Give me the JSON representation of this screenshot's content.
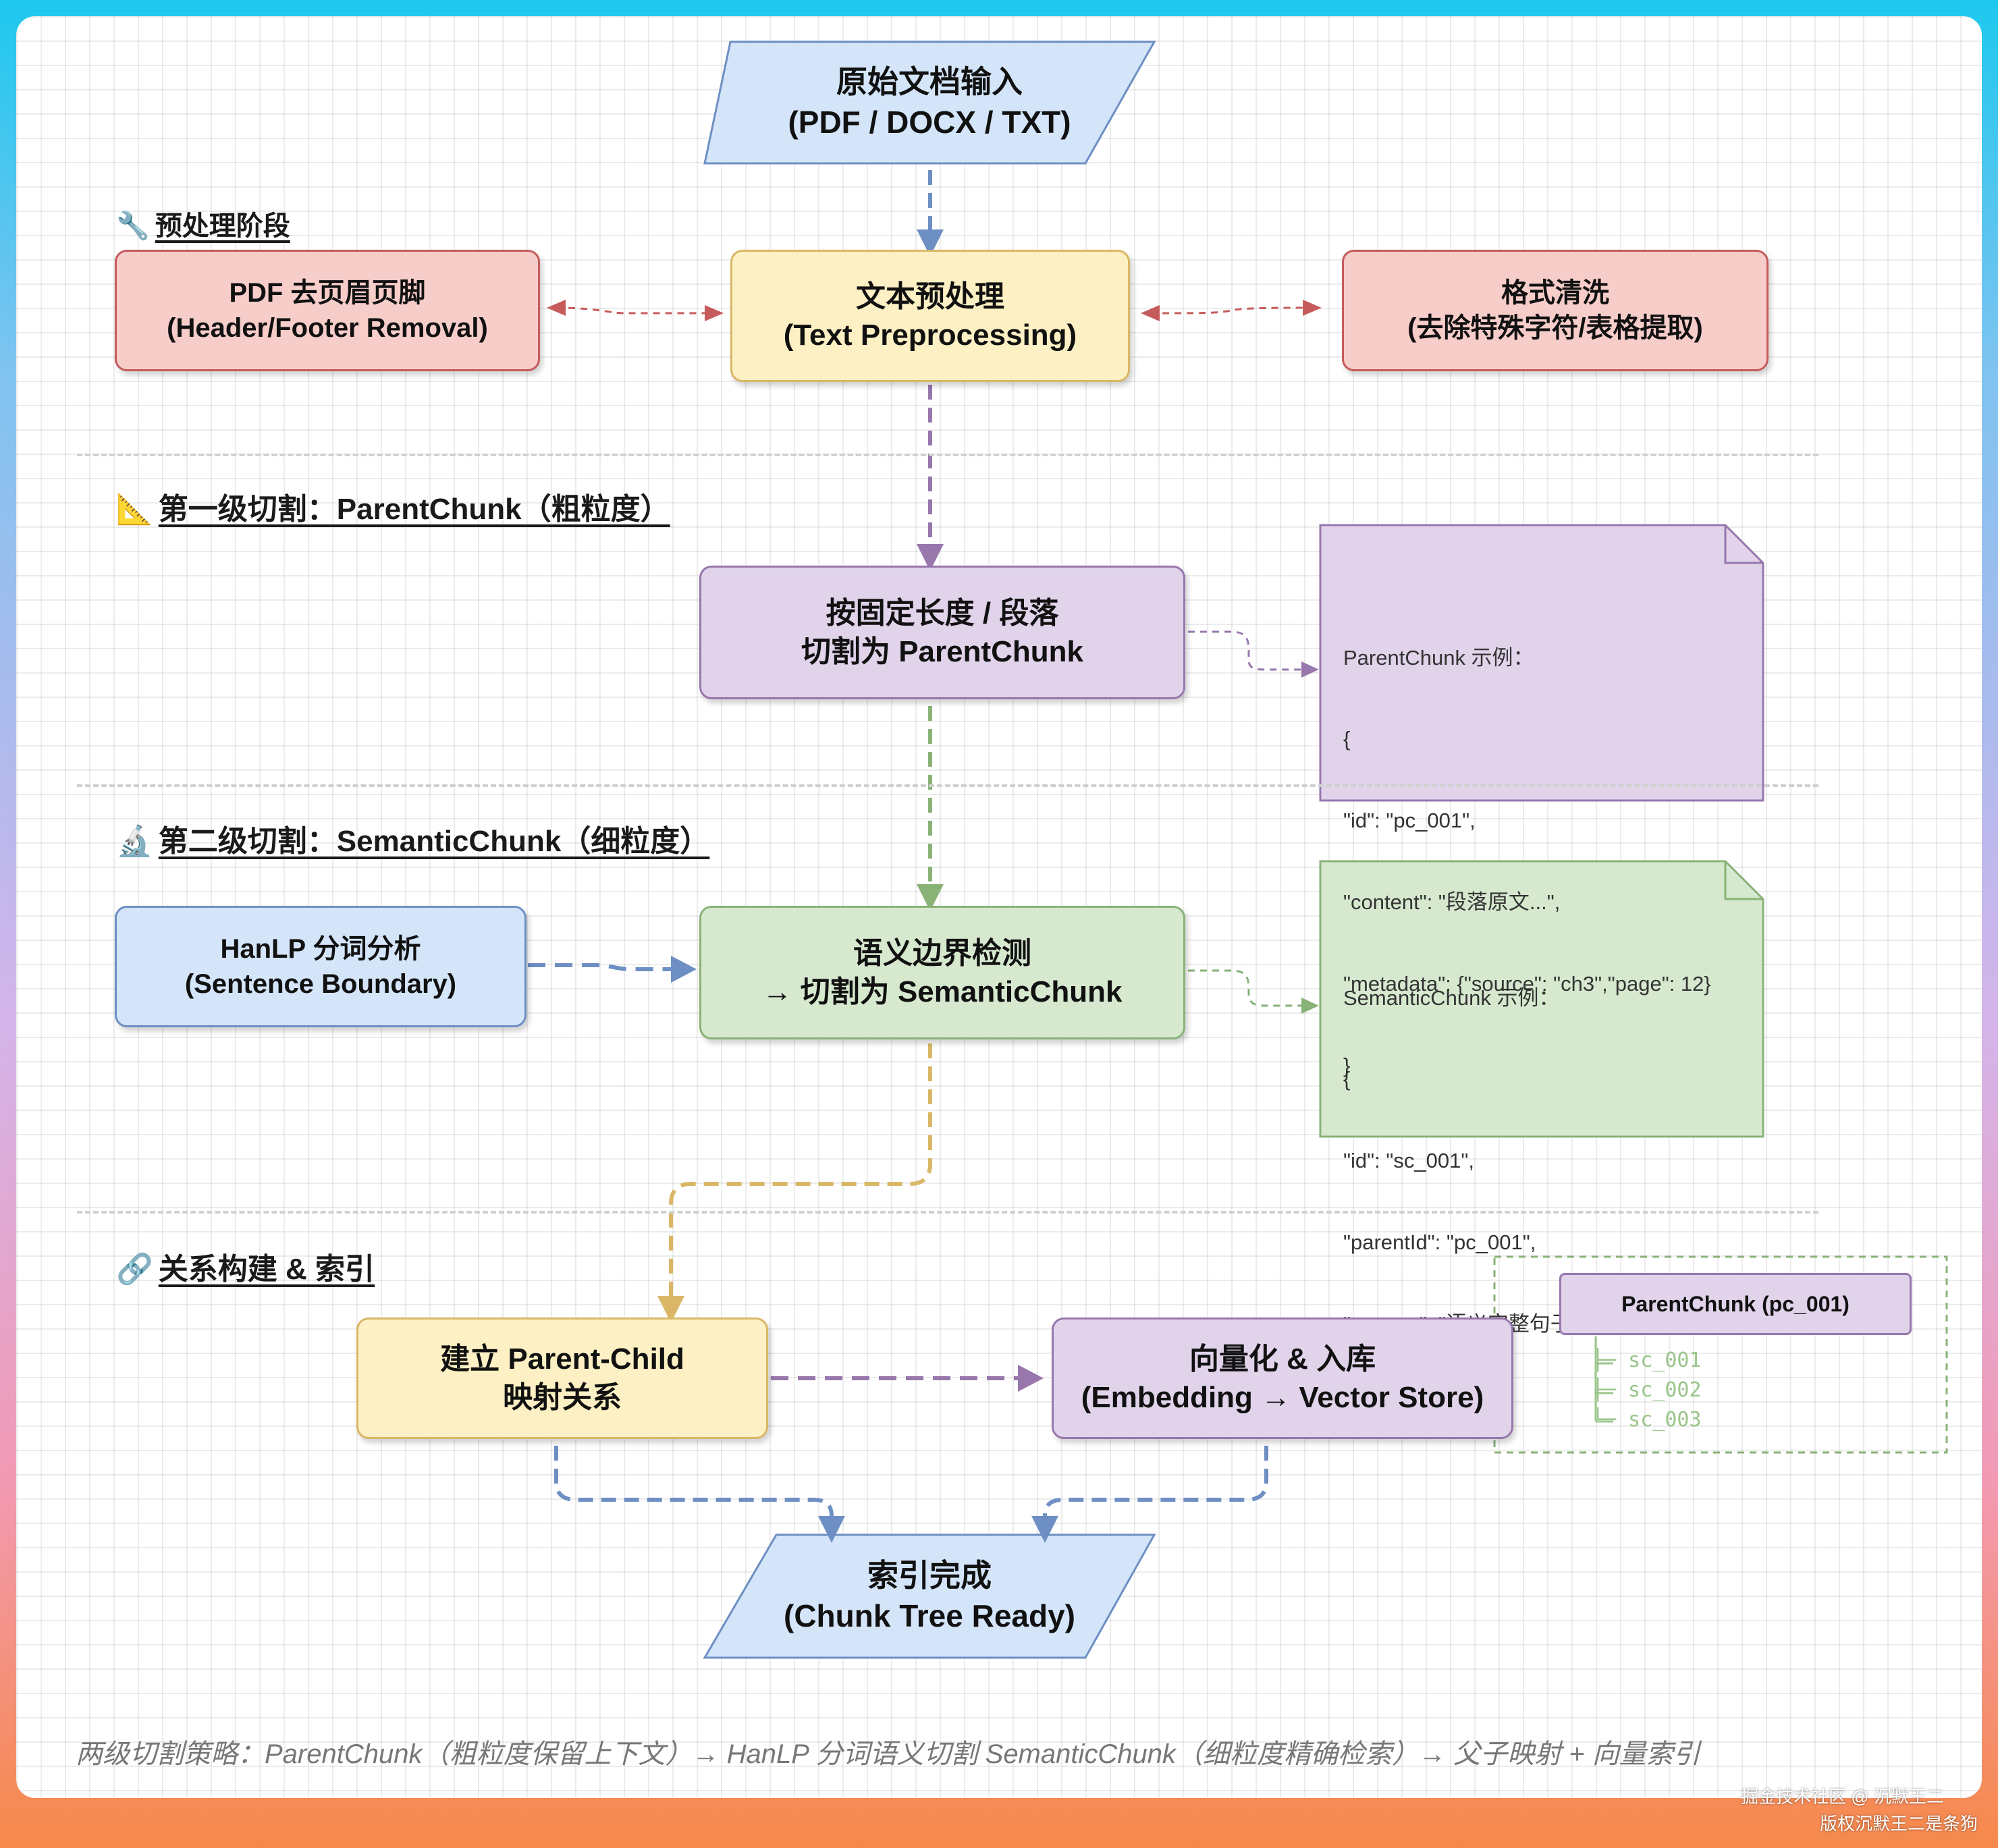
{
  "input": {
    "line1": "原始文档输入",
    "line2": "(PDF / DOCX / TXT)"
  },
  "sections": {
    "preprocess": {
      "icon": "🔧",
      "label": "预处理阶段"
    },
    "level1": {
      "icon": "📐",
      "label": "第一级切割：ParentChunk（粗粒度）"
    },
    "level2": {
      "icon": "🔬",
      "label": "第二级切割：SemanticChunk（细粒度）"
    },
    "relation": {
      "icon": "🔗",
      "label": "关系构建 & 索引"
    }
  },
  "nodes": {
    "pdf_header": {
      "line1": "PDF 去页眉页脚",
      "line2": "(Header/Footer Removal)"
    },
    "text_pre": {
      "line1": "文本预处理",
      "line2": "(Text Preprocessing)"
    },
    "format_clean": {
      "line1": "格式清洗",
      "line2": "(去除特殊字符/表格提取)"
    },
    "parent_split": {
      "line1": "按固定长度 / 段落",
      "line2": "切割为 ParentChunk"
    },
    "hanlp": {
      "line1": "HanLP 分词分析",
      "line2": "(Sentence Boundary)"
    },
    "semantic_split": {
      "line1": "语义边界检测",
      "line2": "→ 切割为 SemanticChunk"
    },
    "parent_child": {
      "line1": "建立 Parent-Child",
      "line2": "映射关系"
    },
    "vectorize": {
      "line1": "向量化 & 入库",
      "line2": "(Embedding → Vector Store)"
    }
  },
  "output": {
    "line1": "索引完成",
    "line2": "(Chunk Tree Ready)"
  },
  "notes": {
    "parent_example": [
      "ParentChunk 示例：",
      "{",
      "\"id\": \"pc_001\",",
      "\"content\": \"段落原文...\",",
      "\"metadata\": {\"source\": \"ch3\",\"page\": 12}",
      "}"
    ],
    "semantic_example": [
      "SemanticChunk 示例：",
      "{",
      "\"id\": \"sc_001\",",
      "\"parentId\": \"pc_001\",",
      "\"content\": \"语义完整句子...\"",
      "}"
    ]
  },
  "tree": {
    "root": "ParentChunk (pc_001)",
    "children": [
      "├─ sc_001",
      "├─ sc_002",
      "└─ sc_003"
    ]
  },
  "caption": "两级切割策略：ParentChunk（粗粒度保留上下文）→ HanLP 分词语义切割 SemanticChunk（细粒度精确检索）→ 父子映射 + 向量索引",
  "watermark": {
    "line1": "掘金技术社区 @ 沉默王二",
    "line2": "版权沉默王二是条狗"
  },
  "colors": {
    "red_fill": "#f7cdca",
    "yellow_fill": "#fdf0c4",
    "purple_fill": "#e0d3ea",
    "green_fill": "#d6e9cf",
    "blue_fill": "#d4e5f9"
  }
}
